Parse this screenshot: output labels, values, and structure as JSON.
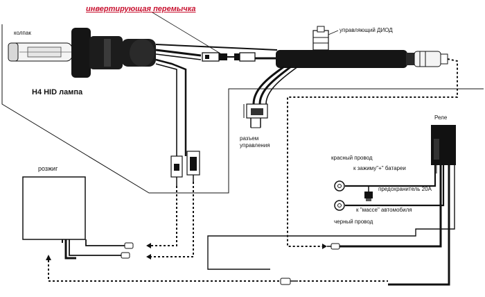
{
  "title": "инвертирующая перемычка",
  "labels": {
    "cap": "колпак",
    "lamp": "H4 HID лампа",
    "diode": "управляющий ДИОД",
    "control_connector_line1": "разъем",
    "control_connector_line2": "управления",
    "relay": "Реле",
    "ignition": "розжиг",
    "red_wire": "красный провод",
    "to_battery": "к зажиму\"+\" батареи",
    "fuse": "предохранитель 20А",
    "to_ground": "к \"массе\" автомобиля",
    "black_wire": "черный провод"
  },
  "colors": {
    "line": "#111111",
    "title": "#c8102e",
    "background": "#ffffff"
  }
}
